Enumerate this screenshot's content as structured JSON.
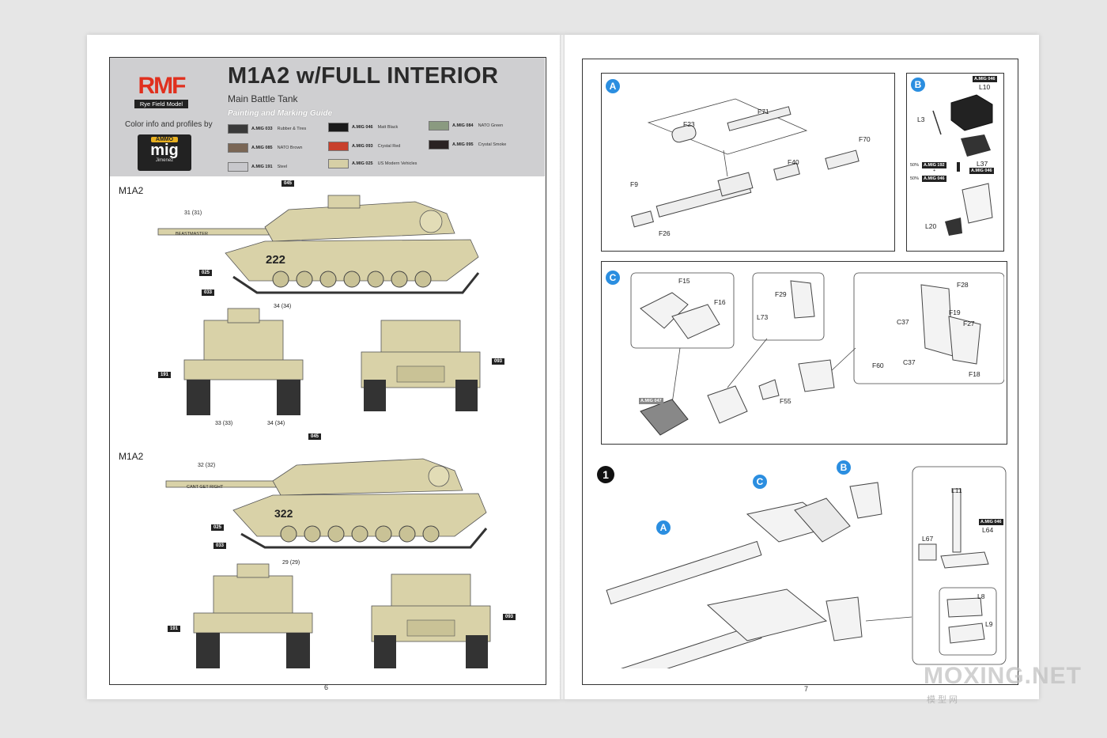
{
  "left_page": {
    "brand_logo": {
      "letters": "RMF",
      "caption": "Rye Field Model"
    },
    "color_info": "Color info and profiles by",
    "ammo_logo": {
      "top": "AMMO",
      "main": "mig",
      "sub": "Jimenez"
    },
    "title": "M1A2 w/FULL INTERIOR",
    "subtitle": "Main Battle Tank",
    "guide": "Painting and Marking Guide",
    "swatches": [
      {
        "code": "A.MIG 033",
        "name": "Rubber & Tires",
        "color": "#3a3a3a"
      },
      {
        "code": "A.MIG 046",
        "name": "Matt Black",
        "color": "#1a1a1a"
      },
      {
        "code": "A.MIG 084",
        "name": "NATO Green",
        "color": "#8a9a80"
      },
      {
        "code": "A.MIG 085",
        "name": "NATO Brown",
        "color": "#7a6655"
      },
      {
        "code": "A.MIG 093",
        "name": "Crystal Red",
        "color": "#c8402c"
      },
      {
        "code": "A.MIG 095",
        "name": "Crystal Smoke",
        "color": "#2a2222"
      },
      {
        "code": "A.MIG 191",
        "name": "Steel",
        "color": "#c8c8cc"
      },
      {
        "code": "A.MIG 025",
        "name": "US Modern Vehicles",
        "color": "#d6cfa6"
      }
    ],
    "variant_1": {
      "label": "M1A2",
      "hull_number": "222",
      "barrel_name": "BEASTMASTER",
      "tags": [
        "045",
        "025",
        "033",
        "191",
        "093"
      ],
      "decal_top": "31",
      "decal_top_b": "31",
      "decal_bottom": "34",
      "decal_bottom_b": "34",
      "decal_front_a": "33",
      "decal_front_b": "33",
      "decal_rear_a": "34",
      "decal_rear_b": "34"
    },
    "variant_2": {
      "label": "M1A2",
      "hull_number": "322",
      "barrel_name": "CANT GET RIGHT",
      "tags": [
        "045",
        "025",
        "033",
        "191",
        "093"
      ],
      "decal_top": "32",
      "decal_top_b": "32",
      "decal_bottom": "29",
      "decal_bottom_b": "29"
    },
    "page_number": "6"
  },
  "right_page": {
    "step_a": {
      "letter": "A",
      "parts": [
        "F23",
        "F71",
        "F70",
        "F40",
        "F9",
        "F26"
      ]
    },
    "step_b": {
      "letter": "B",
      "parts": [
        "L10",
        "L3",
        "L37",
        "L20"
      ],
      "paints": [
        "A.MIG 046",
        "A.MIG 046",
        "A.MIG 192",
        "A.MIG 046"
      ],
      "ratio_1": "50%",
      "ratio_2": "50%",
      "plus": "+"
    },
    "step_c": {
      "letter": "C",
      "parts": [
        "F15",
        "F16",
        "F29",
        "L73",
        "F28",
        "C37",
        "F19",
        "F27",
        "F60",
        "C37",
        "F18",
        "F55"
      ],
      "paint": "A.MIG 047"
    },
    "step_1": {
      "number": "1",
      "callouts": [
        "A",
        "C",
        "B"
      ],
      "parts": [
        "L11",
        "L64",
        "L67",
        "L8",
        "L9"
      ],
      "paint": "A.MIG 046"
    },
    "page_number": "7"
  },
  "watermark": {
    "text": "MOXING.NET",
    "cn": "模型网"
  },
  "colors": {
    "header_band": "#cfcfd1",
    "step_blue": "#2b8ee0",
    "tank_sand": "#d9d2a8"
  }
}
